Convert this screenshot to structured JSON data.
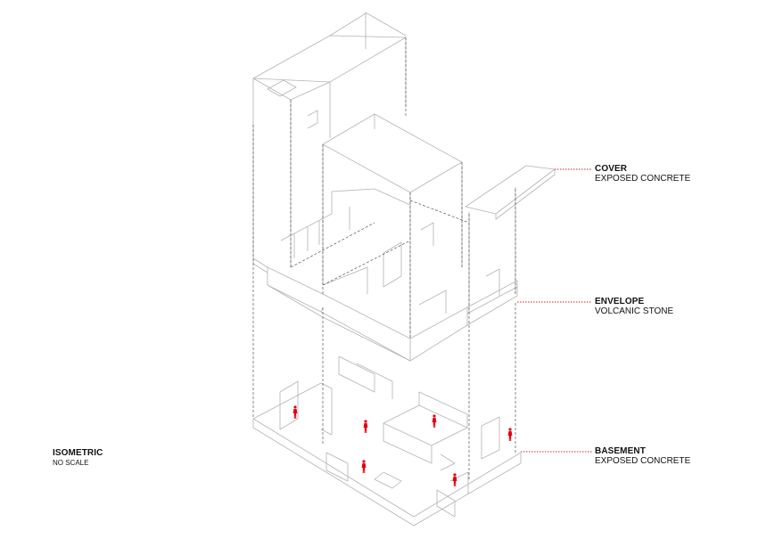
{
  "annotations": [
    {
      "id": "cover",
      "title": "COVER",
      "material": "EXPOSED CONCRETE"
    },
    {
      "id": "envelope",
      "title": "ENVELOPE",
      "material": "VOLCANIC STONE"
    },
    {
      "id": "basement",
      "title": "BASEMENT",
      "material": "EXPOSED CONCRETE"
    }
  ],
  "view": {
    "title": "ISOMETRIC",
    "scale": "NO SCALE"
  },
  "colors": {
    "line": "#b3b3b3",
    "leader": "#d2232a",
    "figure": "#e3000f",
    "text": "#111111"
  },
  "icons": {
    "figure": "human-figure-icon"
  }
}
